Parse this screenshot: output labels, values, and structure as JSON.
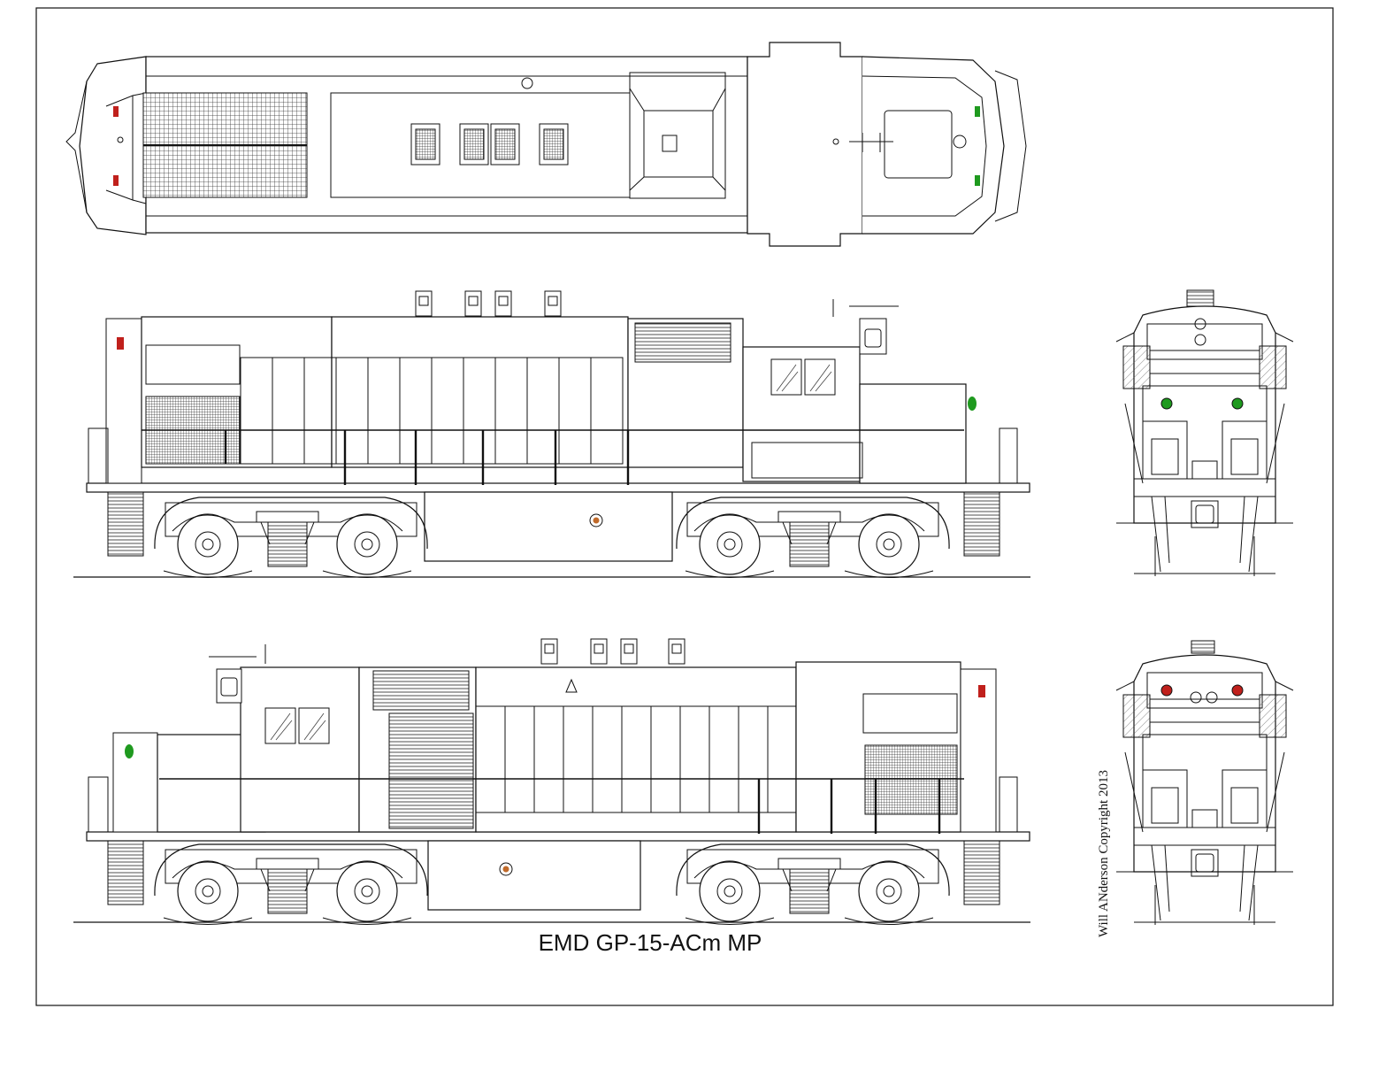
{
  "drawing": {
    "title": "EMD GP-15-ACm MP",
    "credit": "Will ANderson Copyright 2013"
  },
  "views": {
    "top": "top-view",
    "left_side": "left-side-view",
    "right_side": "right-side-view",
    "front_end": "front-end-view",
    "rear_end": "rear-end-view"
  },
  "colors": {
    "line": "#111111",
    "marker_lamp_green": "#1f9a1f",
    "marker_lamp_red": "#c0201c",
    "fuel_cap": "#c06a2a"
  }
}
